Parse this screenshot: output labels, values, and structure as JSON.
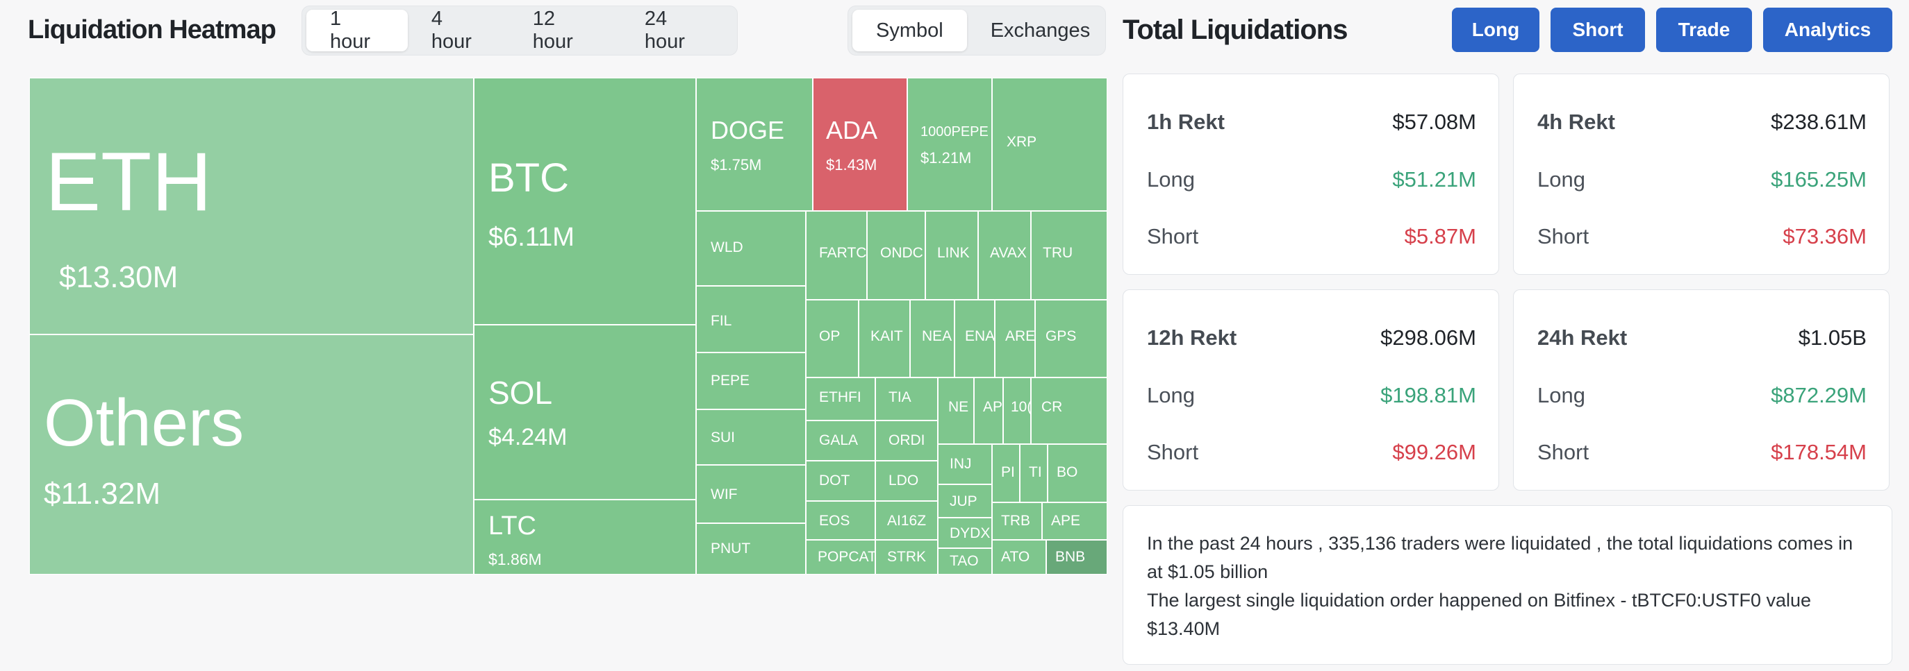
{
  "heatmap": {
    "title": "Liquidation Heatmap",
    "time_tabs": [
      {
        "label": "1 hour",
        "active": true
      },
      {
        "label": "4 hour",
        "active": false
      },
      {
        "label": "12 hour",
        "active": false
      },
      {
        "label": "24 hour",
        "active": false
      }
    ],
    "group_tabs": [
      {
        "label": "Symbol",
        "active": true
      },
      {
        "label": "Exchanges",
        "active": false
      }
    ],
    "tiles": [
      {
        "symbol": "ETH",
        "value": "$13.30M",
        "color": "#94cfa3"
      },
      {
        "symbol": "Others",
        "value": "$11.32M",
        "color": "#94cfa3"
      },
      {
        "symbol": "BTC",
        "value": "$6.11M",
        "color": "#7ec68d"
      },
      {
        "symbol": "SOL",
        "value": "$4.24M",
        "color": "#7ec68d"
      },
      {
        "symbol": "LTC",
        "value": "$1.86M",
        "color": "#7ec68d"
      },
      {
        "symbol": "DOGE",
        "value": "$1.75M",
        "color": "#7ec68d"
      },
      {
        "symbol": "ADA",
        "value": "$1.43M",
        "color": "#d9626b"
      },
      {
        "symbol": "1000PEPE",
        "value": "$1.21M",
        "color": "#7ec68d"
      },
      {
        "symbol": "XRP",
        "value": "",
        "color": "#7ec68d"
      },
      {
        "symbol": "WLD",
        "value": ""
      },
      {
        "symbol": "FIL",
        "value": ""
      },
      {
        "symbol": "PEPE",
        "value": ""
      },
      {
        "symbol": "SUI",
        "value": ""
      },
      {
        "symbol": "WIF",
        "value": ""
      },
      {
        "symbol": "PNUT",
        "value": ""
      },
      {
        "symbol": "FARTC",
        "value": ""
      },
      {
        "symbol": "ONDC",
        "value": ""
      },
      {
        "symbol": "LINK",
        "value": ""
      },
      {
        "symbol": "AVAX",
        "value": ""
      },
      {
        "symbol": "TRU",
        "value": ""
      },
      {
        "symbol": "OP",
        "value": ""
      },
      {
        "symbol": "KAIT",
        "value": ""
      },
      {
        "symbol": "NEA",
        "value": ""
      },
      {
        "symbol": "ENA",
        "value": ""
      },
      {
        "symbol": "ARE",
        "value": ""
      },
      {
        "symbol": "GPS",
        "value": ""
      },
      {
        "symbol": "ETHFI",
        "value": ""
      },
      {
        "symbol": "TIA",
        "value": ""
      },
      {
        "symbol": "NE",
        "value": ""
      },
      {
        "symbol": "AP",
        "value": ""
      },
      {
        "symbol": "10(",
        "value": ""
      },
      {
        "symbol": "CR",
        "value": ""
      },
      {
        "symbol": "GALA",
        "value": ""
      },
      {
        "symbol": "ORDI",
        "value": ""
      },
      {
        "symbol": "INJ",
        "value": ""
      },
      {
        "symbol": "PI",
        "value": ""
      },
      {
        "symbol": "TI",
        "value": ""
      },
      {
        "symbol": "BO",
        "value": ""
      },
      {
        "symbol": "DOT",
        "value": ""
      },
      {
        "symbol": "LDO",
        "value": ""
      },
      {
        "symbol": "JUP",
        "value": ""
      },
      {
        "symbol": "EOS",
        "value": ""
      },
      {
        "symbol": "AI16Z",
        "value": ""
      },
      {
        "symbol": "DYDX",
        "value": ""
      },
      {
        "symbol": "TRB",
        "value": ""
      },
      {
        "symbol": "APE",
        "value": ""
      },
      {
        "symbol": "POPCAT",
        "value": ""
      },
      {
        "symbol": "STRK",
        "value": ""
      },
      {
        "symbol": "TAO",
        "value": ""
      },
      {
        "symbol": "ATO",
        "value": ""
      },
      {
        "symbol": "BNB",
        "value": "",
        "color": "#68a879"
      }
    ]
  },
  "totals": {
    "title": "Total Liquidations",
    "buttons": {
      "long": "Long",
      "short": "Short",
      "trade": "Trade",
      "analytics": "Analytics"
    },
    "cards": [
      {
        "title": "1h Rekt",
        "total": "$57.08M",
        "long_label": "Long",
        "long": "$51.21M",
        "short_label": "Short",
        "short": "$5.87M"
      },
      {
        "title": "4h Rekt",
        "total": "$238.61M",
        "long_label": "Long",
        "long": "$165.25M",
        "short_label": "Short",
        "short": "$73.36M"
      },
      {
        "title": "12h Rekt",
        "total": "$298.06M",
        "long_label": "Long",
        "long": "$198.81M",
        "short_label": "Short",
        "short": "$99.26M"
      },
      {
        "title": "24h Rekt",
        "total": "$1.05B",
        "long_label": "Long",
        "long": "$872.29M",
        "short_label": "Short",
        "short": "$178.54M"
      }
    ],
    "summary": {
      "line1": "In the past 24 hours , 335,136 traders were liquidated , the total liquidations comes in at $1.05 billion",
      "line2": "The largest single liquidation order happened on Bitfinex - tBTCF0:USTF0 value $13.40M"
    },
    "colors": {
      "button": "#2c64c8",
      "long": "#3aa37a",
      "short": "#d6404b"
    }
  }
}
